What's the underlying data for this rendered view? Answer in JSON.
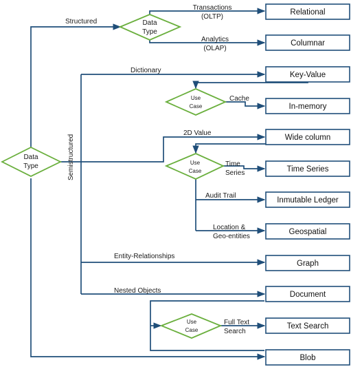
{
  "colors": {
    "line": "#1f4e79",
    "box_border": "#1f4e79",
    "diamond_border": "#6aaf3d",
    "text": "#111111"
  },
  "diamonds": {
    "root": [
      "Data",
      "Type"
    ],
    "structured": [
      "Data",
      "Type"
    ],
    "usecase_cache": [
      "Use",
      "Case"
    ],
    "usecase_time": [
      "Use",
      "Case"
    ],
    "usecase_search": [
      "Use",
      "Case"
    ]
  },
  "branch_labels": {
    "structured": "Structured",
    "semistructured": "Semistructured",
    "transactions": [
      "Transactions",
      "(OLTP)"
    ],
    "analytics": [
      "Analytics",
      "(OLAP)"
    ],
    "dictionary": "Dictionary",
    "cache": "Cache",
    "value_2d": "2D Value",
    "time_series": [
      "Time",
      "Series"
    ],
    "audit_trail": "Audit Trail",
    "location": [
      "Location &",
      "Geo-entities"
    ],
    "entity_relationships": "Entity-Relationships",
    "nested_objects": "Nested Objects",
    "full_text": [
      "Full Text",
      "Search"
    ]
  },
  "boxes": {
    "relational": "Relational",
    "columnar": "Columnar",
    "key_value": "Key-Value",
    "in_memory": "In-memory",
    "wide_column": "Wide column",
    "time_series": "Time Series",
    "immutable_ledger": "Inmutable Ledger",
    "geospatial": "Geospatial",
    "graph": "Graph",
    "document": "Document",
    "text_search": "Text Search",
    "blob": "Blob"
  }
}
